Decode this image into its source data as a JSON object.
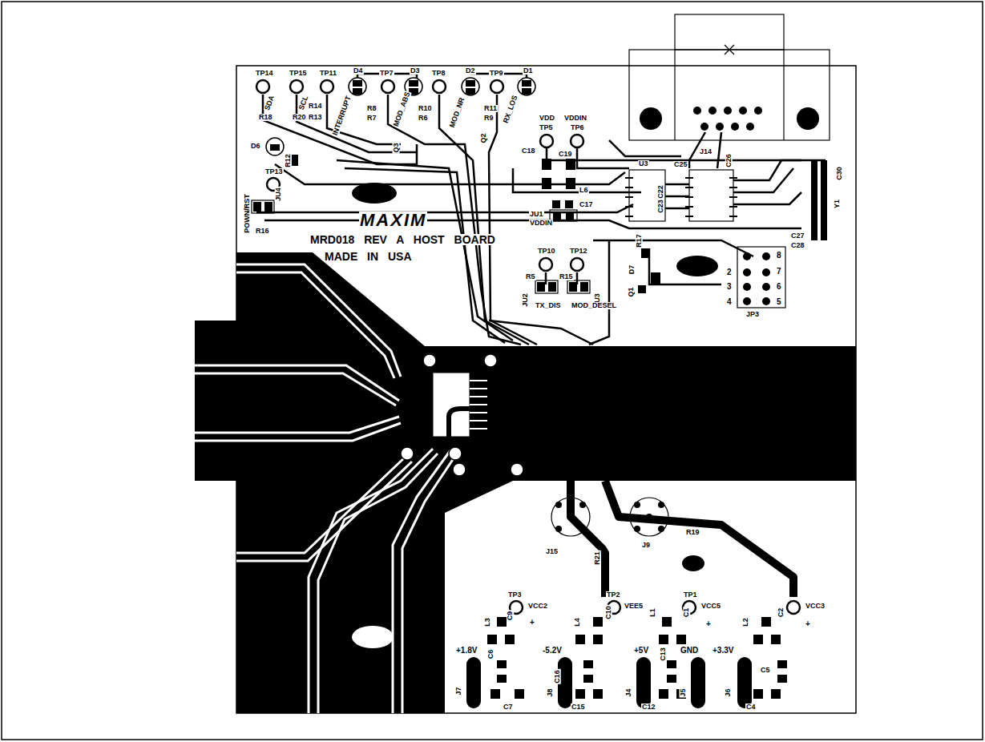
{
  "diagram": {
    "labels": [
      "TP14",
      "SDA",
      "R18",
      "TP15",
      "SCL",
      "R20",
      "TP11",
      "R14",
      "R13",
      "INTERRUPT",
      "D4",
      "TP7",
      "R8",
      "R7",
      "MOD_ABS",
      "D3",
      "TP8",
      "R10",
      "R6",
      "MOD_NR",
      "D2",
      "TP9",
      "R11",
      "R9",
      "RX_LOS",
      "D1",
      "Q3",
      "Q2",
      "D6",
      "R12",
      "TP13",
      "JU4",
      "POWN/RST",
      "R16",
      "VDD",
      "TP5",
      "VDDIN",
      "TP6",
      "C18",
      "C19",
      "L6",
      "C17",
      "JU1",
      "VDDIN",
      "U3",
      "C25",
      "C22",
      "C23",
      "J14",
      "C26",
      "C30",
      "Y1",
      "C27",
      "C28",
      "R17",
      "D7",
      "Q1",
      "2",
      "3",
      "4",
      "8",
      "7",
      "6",
      "5",
      "JP3",
      "TP10",
      "R5",
      "JU2",
      "TX_DIS",
      "TP12",
      "R15",
      "JU3",
      "MOD_DESEL",
      "MAXIM",
      "MRD018 REV A HOST BOARD",
      "MADE IN USA",
      "J15",
      "R21",
      "J9",
      "R19",
      "TP3",
      "VCC2",
      "C9",
      "L3",
      "TP2",
      "VEE5",
      "C10",
      "L4",
      "TP1",
      "VCC5",
      "L1",
      "C1",
      "L2",
      "C2",
      "VCC3",
      "+",
      "+",
      "+",
      "+1.8V",
      "C6",
      "C7",
      "J7",
      "-5.2V",
      "C16",
      "C15",
      "J8",
      "+5V",
      "C13",
      "C12",
      "J4",
      "GND",
      "J5",
      "+3.3V",
      "C5",
      "C4",
      "J6"
    ]
  }
}
